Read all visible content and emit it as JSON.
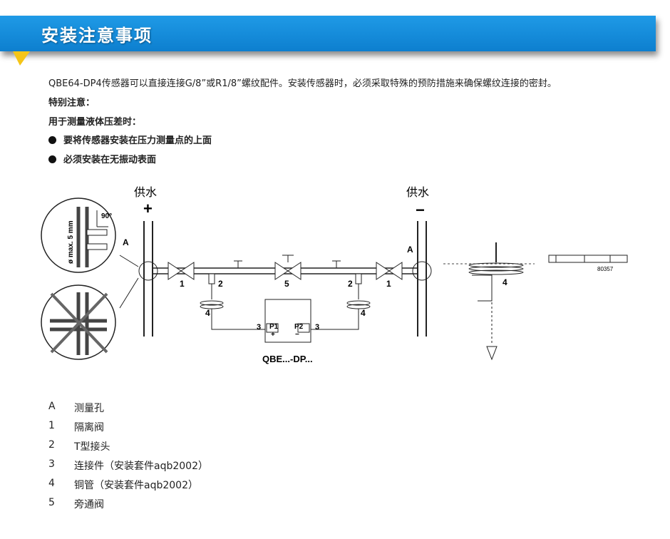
{
  "header": {
    "title": "安装注意事项"
  },
  "intro": "QBE64-DP4传感器可以直接连接G/8”或R1/8”螺纹配件。安装传感器时，必须采取特殊的预防措施来确保螺纹连接的密封。",
  "special_note": "特别注意：",
  "fluid_note": "用于测量液体压差时：",
  "bullets": [
    "要将传感器安装在压力测量点的上面",
    "必须安装在无振动表面"
  ],
  "diagram": {
    "supply_left": "供水",
    "supply_right": "供水",
    "plus": "+",
    "minus": "−",
    "angle": "90°",
    "dim": "ø max. 5 mm",
    "label_a_left": "A",
    "label_a_right": "A",
    "num_1_left": "1",
    "num_1_right": "1",
    "num_2_left": "2",
    "num_2_right": "2",
    "num_3_left": "3",
    "num_3_right": "3",
    "num_4_left": "4",
    "num_4_right": "4",
    "num_4_side": "4",
    "num_5": "5",
    "p1": "P1",
    "p2": "P2",
    "p1_sign": "+",
    "p2_sign": "−",
    "device": "QBE...-DP...",
    "code": "80357"
  },
  "legend": [
    {
      "key": "A",
      "text": "测量孔"
    },
    {
      "key": "1",
      "text": "隔离阀"
    },
    {
      "key": "2",
      "text": "T型接头"
    },
    {
      "key": "3",
      "text": "连接件（安装套件aqb2002）"
    },
    {
      "key": "4",
      "text": "铜管（安装套件aqb2002）"
    },
    {
      "key": "5",
      "text": "旁通阀"
    }
  ],
  "colors": {
    "banner": "#1590dc",
    "accent": "#f5c518"
  }
}
